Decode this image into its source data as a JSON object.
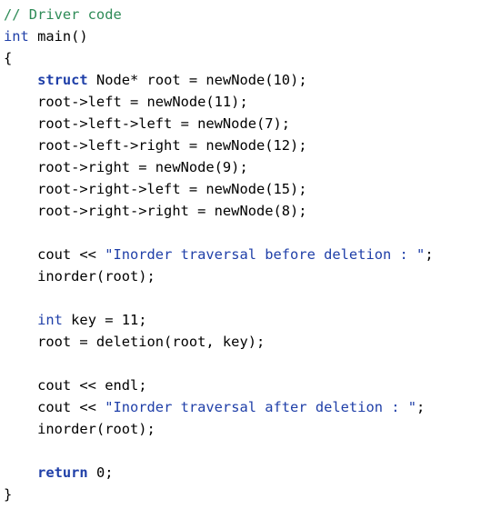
{
  "code": {
    "colors": {
      "comment": "#2e8b57",
      "keyword": "#1f3fa8",
      "string": "#1f3fa8",
      "text": "#000000",
      "background": "#ffffff"
    },
    "lines": [
      [
        {
          "t": "// Driver code",
          "c": "comment"
        }
      ],
      [
        {
          "t": "int",
          "c": "type"
        },
        {
          "t": " main()",
          "c": "text"
        }
      ],
      [
        {
          "t": "{",
          "c": "text"
        }
      ],
      [
        {
          "t": "    ",
          "c": "text"
        },
        {
          "t": "struct",
          "c": "kw"
        },
        {
          "t": " Node* root = newNode(10);",
          "c": "text"
        }
      ],
      [
        {
          "t": "    root->left = newNode(11);",
          "c": "text"
        }
      ],
      [
        {
          "t": "    root->left->left = newNode(7);",
          "c": "text"
        }
      ],
      [
        {
          "t": "    root->left->right = newNode(12);",
          "c": "text"
        }
      ],
      [
        {
          "t": "    root->right = newNode(9);",
          "c": "text"
        }
      ],
      [
        {
          "t": "    root->right->left = newNode(15);",
          "c": "text"
        }
      ],
      [
        {
          "t": "    root->right->right = newNode(8);",
          "c": "text"
        }
      ],
      [],
      [
        {
          "t": "    cout << ",
          "c": "text"
        },
        {
          "t": "\"Inorder traversal before deletion : \"",
          "c": "str"
        },
        {
          "t": ";",
          "c": "text"
        }
      ],
      [
        {
          "t": "    inorder(root);",
          "c": "text"
        }
      ],
      [],
      [
        {
          "t": "    ",
          "c": "text"
        },
        {
          "t": "int",
          "c": "type"
        },
        {
          "t": " key = 11;",
          "c": "text"
        }
      ],
      [
        {
          "t": "    root = deletion(root, key);",
          "c": "text"
        }
      ],
      [],
      [
        {
          "t": "    cout << endl;",
          "c": "text"
        }
      ],
      [
        {
          "t": "    cout << ",
          "c": "text"
        },
        {
          "t": "\"Inorder traversal after deletion : \"",
          "c": "str"
        },
        {
          "t": ";",
          "c": "text"
        }
      ],
      [
        {
          "t": "    inorder(root);",
          "c": "text"
        }
      ],
      [],
      [
        {
          "t": "    ",
          "c": "text"
        },
        {
          "t": "return",
          "c": "kw"
        },
        {
          "t": " 0;",
          "c": "text"
        }
      ],
      [
        {
          "t": "}",
          "c": "text"
        }
      ]
    ]
  }
}
